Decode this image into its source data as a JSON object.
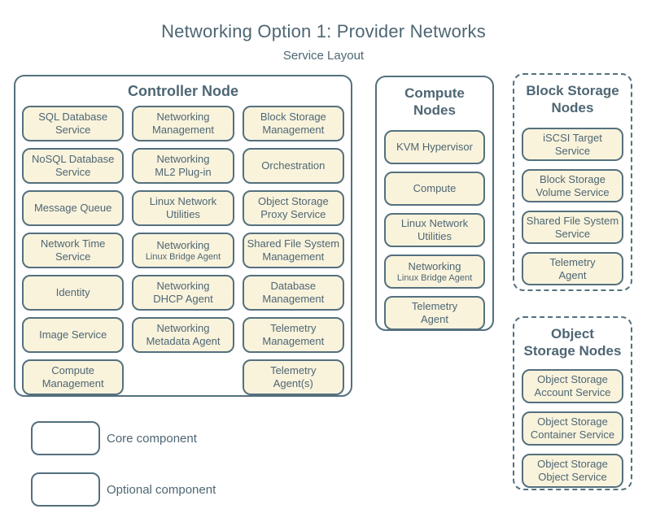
{
  "title": "Networking Option 1: Provider Networks",
  "subtitle": "Service Layout",
  "colors": {
    "border_slate": "#54707e",
    "text_slate": "#4e6673",
    "box_fill_cream": "#f9f3dc",
    "background": "#ffffff"
  },
  "legend": {
    "core_label": "Core component",
    "optional_label": "Optional component"
  },
  "groups": {
    "controller": {
      "title_lines": [
        "Controller Node"
      ],
      "type": "core",
      "items": [
        {
          "l1": "SQL Database",
          "l2": "Service",
          "type": "core"
        },
        {
          "l1": "Networking",
          "l2": "Management",
          "type": "core"
        },
        {
          "l1": "Block Storage",
          "l2": "Management",
          "type": "optional"
        },
        {
          "l1": "NoSQL Database",
          "l2": "Service",
          "type": "optional"
        },
        {
          "l1": "Networking",
          "l2": "ML2 Plug-in",
          "type": "core"
        },
        {
          "l1": "Orchestration",
          "l2": "",
          "type": "optional"
        },
        {
          "l1": "Message Queue",
          "l2": "",
          "type": "core"
        },
        {
          "l1": "Linux Network",
          "l2": "Utilities",
          "type": "core"
        },
        {
          "l1": "Object Storage",
          "l2": "Proxy Service",
          "type": "optional"
        },
        {
          "l1": "Network Time",
          "l2": "Service",
          "type": "core"
        },
        {
          "l1": "Networking",
          "l2": "Linux Bridge Agent",
          "type": "core"
        },
        {
          "l1": "Shared File System",
          "l2": "Management",
          "type": "optional"
        },
        {
          "l1": "Identity",
          "l2": "",
          "type": "core"
        },
        {
          "l1": "Networking",
          "l2": "DHCP Agent",
          "type": "core"
        },
        {
          "l1": "Database",
          "l2": "Management",
          "type": "optional"
        },
        {
          "l1": "Image Service",
          "l2": "",
          "type": "core"
        },
        {
          "l1": "Networking",
          "l2": "Metadata Agent",
          "type": "core"
        },
        {
          "l1": "Telemetry",
          "l2": "Management",
          "type": "optional"
        },
        {
          "l1": "Compute",
          "l2": "Management",
          "type": "core"
        },
        {
          "l1": "Telemetry",
          "l2": "Agent(s)",
          "type": "optional"
        }
      ]
    },
    "compute": {
      "title_lines": [
        "Compute",
        "Nodes"
      ],
      "type": "core",
      "items": [
        {
          "l1": "KVM Hypervisor",
          "l2": "",
          "type": "core"
        },
        {
          "l1": "Compute",
          "l2": "",
          "type": "core"
        },
        {
          "l1": "Linux Network",
          "l2": "Utilities",
          "type": "core"
        },
        {
          "l1": "Networking",
          "l2": "Linux Bridge Agent",
          "type": "core"
        },
        {
          "l1": "Telemetry",
          "l2": "Agent",
          "type": "optional"
        }
      ]
    },
    "block": {
      "title_lines": [
        "Block Storage",
        "Nodes"
      ],
      "type": "optional",
      "items": [
        {
          "l1": "iSCSI Target",
          "l2": "Service",
          "type": "core"
        },
        {
          "l1": "Block Storage",
          "l2": "Volume Service",
          "type": "core"
        },
        {
          "l1": "Shared File System",
          "l2": "Service",
          "type": "optional"
        },
        {
          "l1": "Telemetry",
          "l2": "Agent",
          "type": "optional"
        }
      ]
    },
    "object": {
      "title_lines": [
        "Object",
        "Storage Nodes"
      ],
      "type": "optional",
      "items": [
        {
          "l1": "Object Storage",
          "l2": "Account Service",
          "type": "core"
        },
        {
          "l1": "Object Storage",
          "l2": "Container Service",
          "type": "core"
        },
        {
          "l1": "Object Storage",
          "l2": "Object Service",
          "type": "core"
        }
      ]
    }
  }
}
